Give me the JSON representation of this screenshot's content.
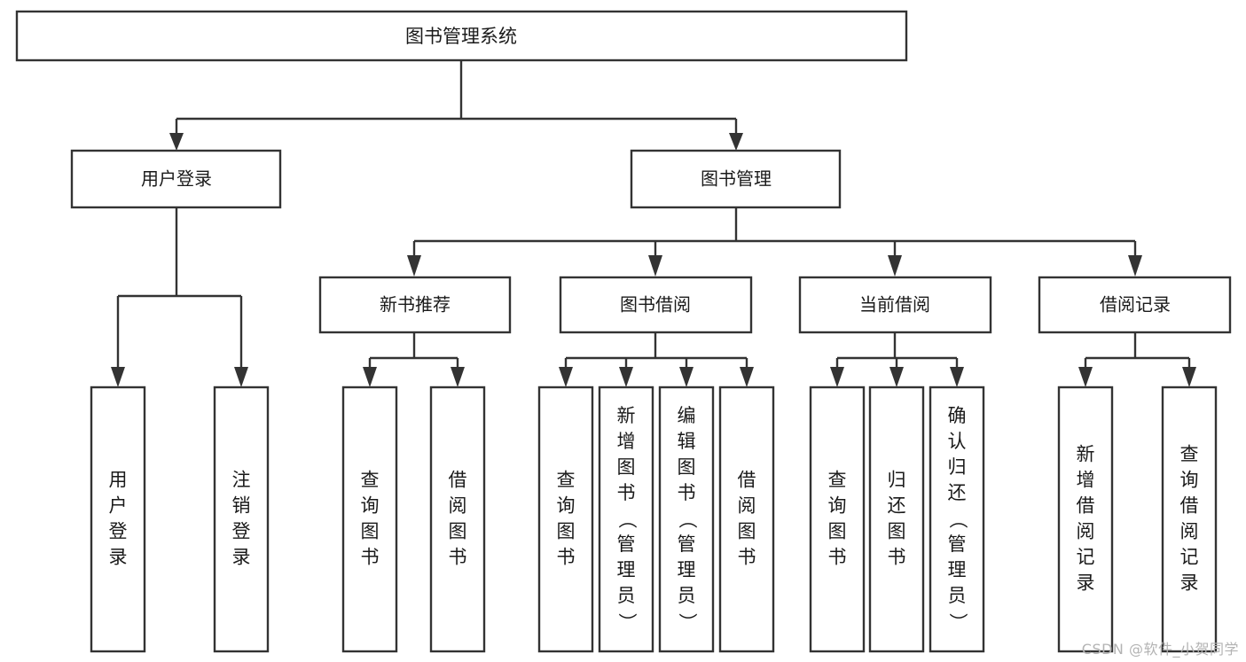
{
  "diagram": {
    "type": "tree-hierarchy",
    "title": "图书管理系统",
    "watermark": "CSDN @软件_小贺同学",
    "colors": {
      "box_stroke": "#333333",
      "box_fill": "#ffffff",
      "text": "#1a1a1a",
      "background": "#ffffff",
      "watermark": "#b3b3b3"
    },
    "nodes": {
      "root": {
        "label": "图书管理系统"
      },
      "level2": [
        {
          "label": "用户登录"
        },
        {
          "label": "图书管理"
        }
      ],
      "level3": [
        {
          "label": "新书推荐"
        },
        {
          "label": "图书借阅"
        },
        {
          "label": "当前借阅"
        },
        {
          "label": "借阅记录"
        }
      ],
      "leaves": {
        "user_login": [
          {
            "label": "用户登录"
          },
          {
            "label": "注销登录"
          }
        ],
        "new_book_recommend": [
          {
            "label": "查询图书"
          },
          {
            "label": "借阅图书"
          }
        ],
        "book_borrow": [
          {
            "label": "查询图书"
          },
          {
            "label": "新增图书（管理员）"
          },
          {
            "label": "编辑图书（管理员）"
          },
          {
            "label": "借阅图书"
          }
        ],
        "current_borrow": [
          {
            "label": "查询图书"
          },
          {
            "label": "归还图书"
          },
          {
            "label": "确认归还（管理员）"
          }
        ],
        "borrow_record": [
          {
            "label": "新增借阅记录"
          },
          {
            "label": "查询借阅记录"
          }
        ]
      }
    }
  }
}
